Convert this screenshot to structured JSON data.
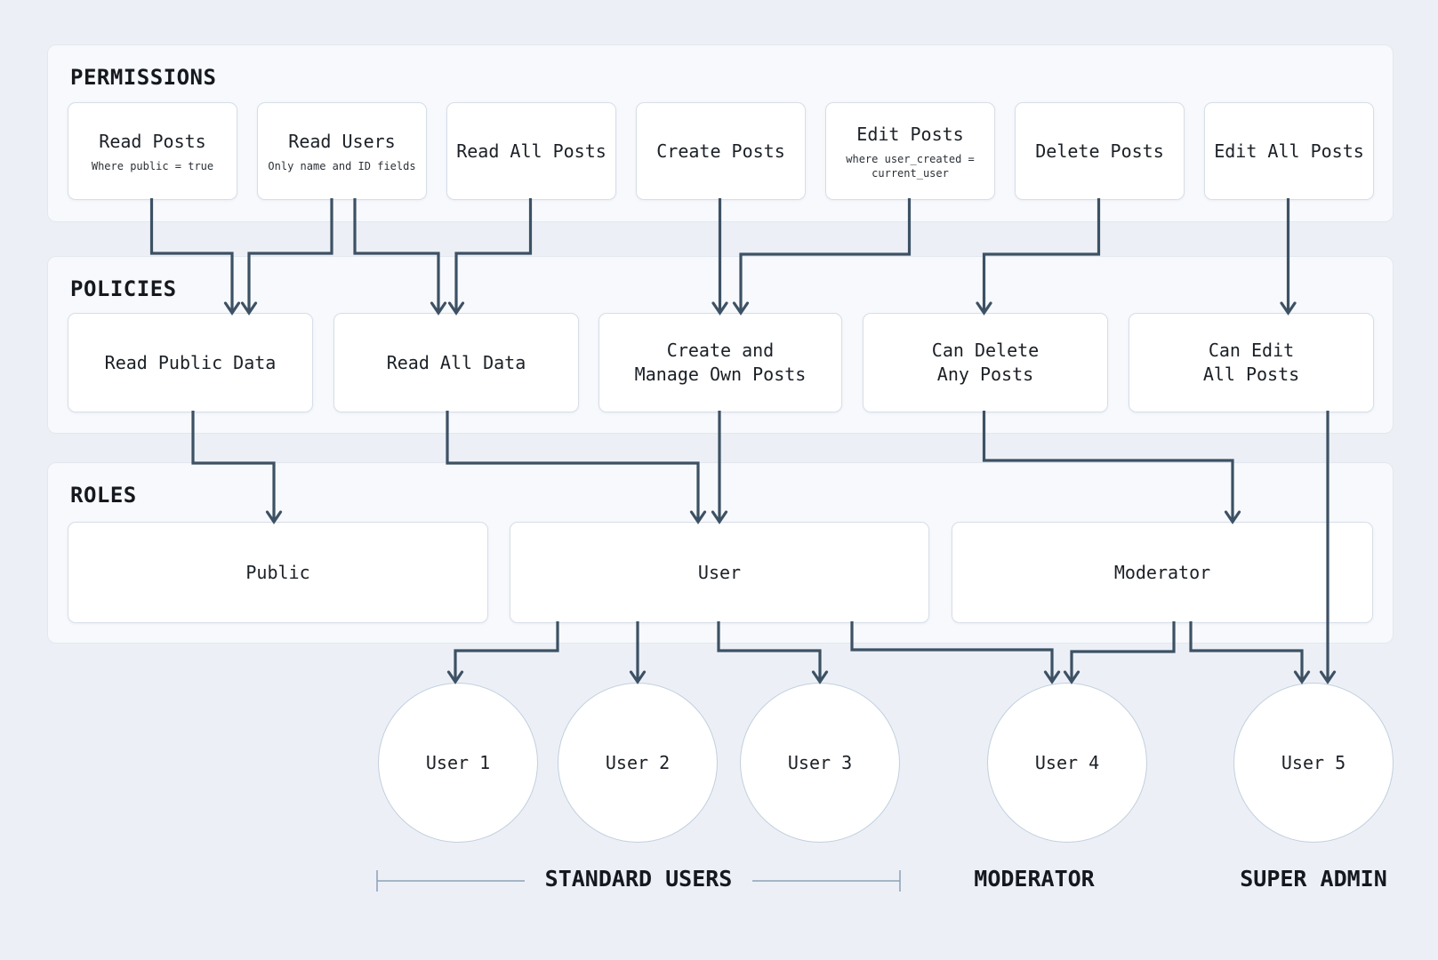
{
  "sections": {
    "permissions": {
      "label": "PERMISSIONS",
      "items": [
        {
          "id": "read-posts",
          "title": "Read Posts",
          "subtitle_lines": [
            "Where public = true"
          ]
        },
        {
          "id": "read-users",
          "title": "Read Users",
          "subtitle_lines": [
            "Only name and ID fields"
          ]
        },
        {
          "id": "read-all-posts",
          "title": "Read All Posts"
        },
        {
          "id": "create-posts",
          "title": "Create Posts"
        },
        {
          "id": "edit-posts",
          "title": "Edit Posts",
          "subtitle_lines": [
            "where user_created =",
            "current_user"
          ]
        },
        {
          "id": "delete-posts",
          "title": "Delete Posts"
        },
        {
          "id": "edit-all-posts",
          "title": "Edit All Posts"
        }
      ]
    },
    "policies": {
      "label": "POLICIES",
      "items": [
        {
          "id": "read-public-data",
          "title_lines": [
            "Read Public Data"
          ]
        },
        {
          "id": "read-all-data",
          "title_lines": [
            "Read All Data"
          ]
        },
        {
          "id": "create-manage-own-posts",
          "title_lines": [
            "Create and",
            "Manage Own Posts"
          ]
        },
        {
          "id": "can-delete-any-posts",
          "title_lines": [
            "Can Delete",
            "Any Posts"
          ]
        },
        {
          "id": "can-edit-all-posts",
          "title_lines": [
            "Can Edit",
            "All Posts"
          ]
        }
      ]
    },
    "roles": {
      "label": "ROLES",
      "items": [
        {
          "id": "public",
          "title": "Public"
        },
        {
          "id": "user",
          "title": "User"
        },
        {
          "id": "moderator",
          "title": "Moderator"
        }
      ]
    }
  },
  "users": [
    {
      "id": "user-1",
      "label": "User 1"
    },
    {
      "id": "user-2",
      "label": "User 2"
    },
    {
      "id": "user-3",
      "label": "User 3"
    },
    {
      "id": "user-4",
      "label": "User 4"
    },
    {
      "id": "user-5",
      "label": "User 5"
    }
  ],
  "group_labels": [
    {
      "id": "standard-users",
      "text": "STANDARD USERS"
    },
    {
      "id": "moderator-group",
      "text": "MODERATOR"
    },
    {
      "id": "super-admin",
      "text": "SUPER ADMIN"
    }
  ],
  "edges": [
    {
      "from": "read-posts",
      "to": "read-public-data"
    },
    {
      "from": "read-users",
      "to": "read-public-data"
    },
    {
      "from": "read-users",
      "to": "read-all-data"
    },
    {
      "from": "read-all-posts",
      "to": "read-all-data"
    },
    {
      "from": "create-posts",
      "to": "create-manage-own-posts"
    },
    {
      "from": "edit-posts",
      "to": "create-manage-own-posts"
    },
    {
      "from": "delete-posts",
      "to": "can-delete-any-posts"
    },
    {
      "from": "edit-all-posts",
      "to": "can-edit-all-posts"
    },
    {
      "from": "read-public-data",
      "to": "public"
    },
    {
      "from": "read-all-data",
      "to": "user"
    },
    {
      "from": "create-manage-own-posts",
      "to": "user"
    },
    {
      "from": "can-delete-any-posts",
      "to": "moderator"
    },
    {
      "from": "can-edit-all-posts",
      "to": "user-5"
    },
    {
      "from": "user",
      "to": "user-1"
    },
    {
      "from": "user",
      "to": "user-2"
    },
    {
      "from": "user",
      "to": "user-3"
    },
    {
      "from": "user",
      "to": "user-4"
    },
    {
      "from": "moderator",
      "to": "user-4"
    },
    {
      "from": "moderator",
      "to": "user-5"
    }
  ],
  "colors": {
    "connector": "#3d5164",
    "bracket": "#8ba1b8",
    "canvas_bg": "#ecf0f6",
    "section_bg": "#f7f9fc",
    "node_bg": "#ffffff"
  }
}
